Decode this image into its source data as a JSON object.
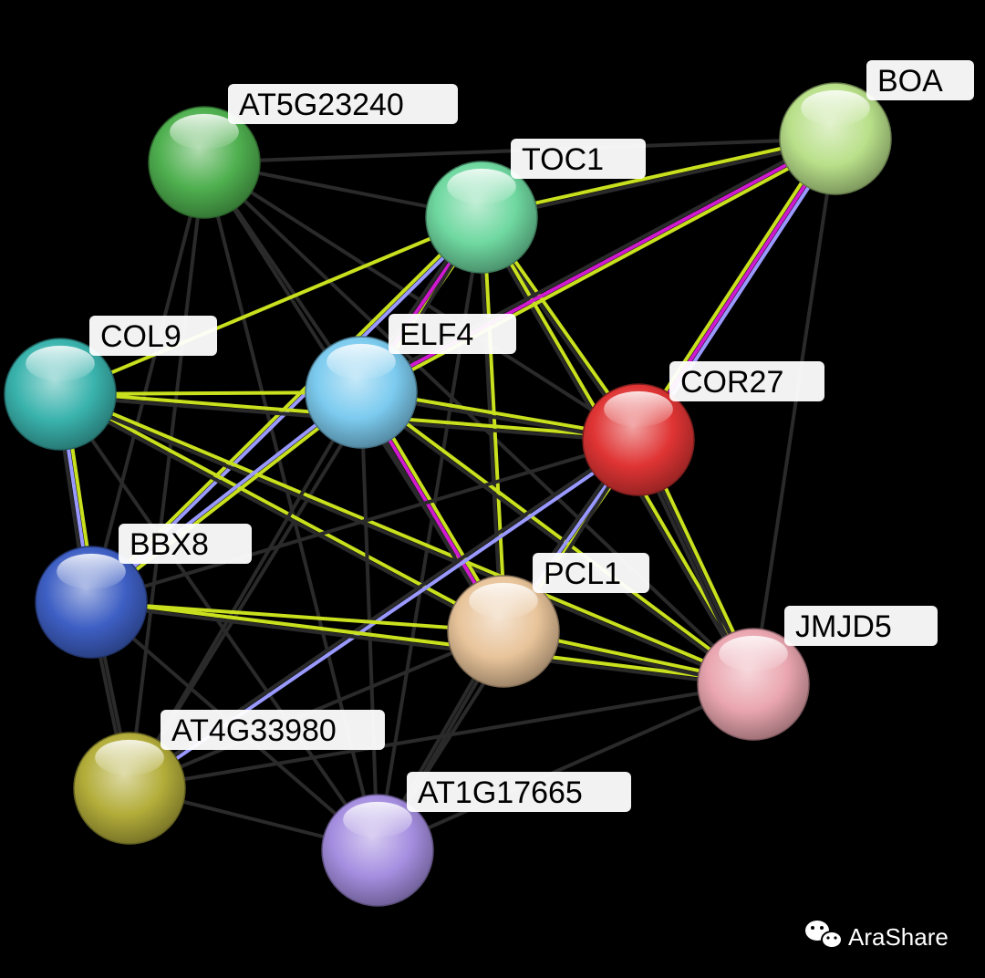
{
  "network": {
    "nodes": [
      {
        "id": "AT5G23240",
        "label": "AT5G23240",
        "color": "#4fb04f"
      },
      {
        "id": "TOC1",
        "label": "TOC1",
        "color": "#6fd8a0"
      },
      {
        "id": "BOA",
        "label": "BOA",
        "color": "#b9e08a"
      },
      {
        "id": "COL9",
        "label": "COL9",
        "color": "#3ab3ad"
      },
      {
        "id": "ELF4",
        "label": "ELF4",
        "color": "#7ccbef"
      },
      {
        "id": "COR27",
        "label": "COR27",
        "color": "#e03434"
      },
      {
        "id": "BBX8",
        "label": "BBX8",
        "color": "#3e5fc4"
      },
      {
        "id": "PCL1",
        "label": "PCL1",
        "color": "#e8c49a"
      },
      {
        "id": "JMJD5",
        "label": "JMJD5",
        "color": "#eaa6b0"
      },
      {
        "id": "AT4G33980",
        "label": "AT4G33980",
        "color": "#b3ad3a"
      },
      {
        "id": "AT1G17665",
        "label": "AT1G17665",
        "color": "#a58ee0"
      }
    ],
    "edges": [
      {
        "source": "AT5G23240",
        "target": "BOA",
        "colors": [
          "#2a2a2a"
        ]
      },
      {
        "source": "AT5G23240",
        "target": "TOC1",
        "colors": [
          "#2a2a2a"
        ]
      },
      {
        "source": "AT5G23240",
        "target": "ELF4",
        "colors": [
          "#2a2a2a"
        ]
      },
      {
        "source": "AT5G23240",
        "target": "COR27",
        "colors": [
          "#2a2a2a"
        ]
      },
      {
        "source": "AT5G23240",
        "target": "PCL1",
        "colors": [
          "#2a2a2a"
        ]
      },
      {
        "source": "AT5G23240",
        "target": "JMJD5",
        "colors": [
          "#2a2a2a"
        ]
      },
      {
        "source": "AT5G23240",
        "target": "BBX8",
        "colors": [
          "#2a2a2a"
        ]
      },
      {
        "source": "AT5G23240",
        "target": "AT4G33980",
        "colors": [
          "#2a2a2a"
        ]
      },
      {
        "source": "AT5G23240",
        "target": "AT1G17665",
        "colors": [
          "#2a2a2a"
        ]
      },
      {
        "source": "TOC1",
        "target": "BOA",
        "colors": [
          "#c8e01e",
          "#2a2a2a"
        ]
      },
      {
        "source": "TOC1",
        "target": "COL9",
        "colors": [
          "#c8e01e"
        ]
      },
      {
        "source": "TOC1",
        "target": "ELF4",
        "colors": [
          "#c8e01e",
          "#d01ad0",
          "#2a2a2a"
        ]
      },
      {
        "source": "TOC1",
        "target": "COR27",
        "colors": [
          "#c8e01e",
          "#2a2a2a"
        ]
      },
      {
        "source": "TOC1",
        "target": "BBX8",
        "colors": [
          "#9999ff",
          "#c8e01e"
        ]
      },
      {
        "source": "TOC1",
        "target": "PCL1",
        "colors": [
          "#c8e01e",
          "#2a2a2a"
        ]
      },
      {
        "source": "TOC1",
        "target": "JMJD5",
        "colors": [
          "#c8e01e",
          "#2a2a2a"
        ]
      },
      {
        "source": "TOC1",
        "target": "AT4G33980",
        "colors": [
          "#2a2a2a"
        ]
      },
      {
        "source": "TOC1",
        "target": "AT1G17665",
        "colors": [
          "#2a2a2a"
        ]
      },
      {
        "source": "BOA",
        "target": "ELF4",
        "colors": [
          "#c8e01e",
          "#d01ad0",
          "#2a2a2a"
        ]
      },
      {
        "source": "BOA",
        "target": "COR27",
        "colors": [
          "#9999ff",
          "#d01ad0",
          "#c8e01e"
        ]
      },
      {
        "source": "BOA",
        "target": "JMJD5",
        "colors": [
          "#2a2a2a"
        ]
      },
      {
        "source": "COL9",
        "target": "ELF4",
        "colors": [
          "#c8e01e"
        ]
      },
      {
        "source": "COL9",
        "target": "COR27",
        "colors": [
          "#c8e01e",
          "#2a2a2a"
        ]
      },
      {
        "source": "COL9",
        "target": "BBX8",
        "colors": [
          "#c8e01e",
          "#9999ff",
          "#2a2a2a"
        ]
      },
      {
        "source": "COL9",
        "target": "PCL1",
        "colors": [
          "#c8e01e",
          "#2a2a2a"
        ]
      },
      {
        "source": "COL9",
        "target": "JMJD5",
        "colors": [
          "#c8e01e",
          "#2a2a2a"
        ]
      },
      {
        "source": "COL9",
        "target": "AT1G17665",
        "colors": [
          "#2a2a2a"
        ]
      },
      {
        "source": "ELF4",
        "target": "COR27",
        "colors": [
          "#c8e01e",
          "#2a2a2a"
        ]
      },
      {
        "source": "ELF4",
        "target": "BBX8",
        "colors": [
          "#c8e01e",
          "#9999ff"
        ]
      },
      {
        "source": "ELF4",
        "target": "PCL1",
        "colors": [
          "#c8e01e",
          "#d01ad0",
          "#2a2a2a"
        ]
      },
      {
        "source": "ELF4",
        "target": "JMJD5",
        "colors": [
          "#c8e01e",
          "#2a2a2a"
        ]
      },
      {
        "source": "ELF4",
        "target": "AT4G33980",
        "colors": [
          "#2a2a2a"
        ]
      },
      {
        "source": "ELF4",
        "target": "AT1G17665",
        "colors": [
          "#2a2a2a"
        ]
      },
      {
        "source": "COR27",
        "target": "BBX8",
        "colors": [
          "#2a2a2a"
        ]
      },
      {
        "source": "COR27",
        "target": "PCL1",
        "colors": [
          "#c8e01e",
          "#9999ff",
          "#2a2a2a"
        ]
      },
      {
        "source": "COR27",
        "target": "JMJD5",
        "colors": [
          "#c8e01e",
          "#2a2a2a",
          "#2a2a2a"
        ]
      },
      {
        "source": "COR27",
        "target": "AT4G33980",
        "colors": [
          "#9999ff",
          "#2a2a2a"
        ]
      },
      {
        "source": "COR27",
        "target": "AT1G17665",
        "colors": [
          "#2a2a2a"
        ]
      },
      {
        "source": "BBX8",
        "target": "PCL1",
        "colors": [
          "#c8e01e"
        ]
      },
      {
        "source": "BBX8",
        "target": "JMJD5",
        "colors": [
          "#c8e01e",
          "#2a2a2a"
        ]
      },
      {
        "source": "BBX8",
        "target": "AT4G33980",
        "colors": [
          "#2a2a2a",
          "#2a2a2a"
        ]
      },
      {
        "source": "BBX8",
        "target": "AT1G17665",
        "colors": [
          "#2a2a2a"
        ]
      },
      {
        "source": "PCL1",
        "target": "JMJD5",
        "colors": [
          "#c8e01e",
          "#2a2a2a"
        ]
      },
      {
        "source": "PCL1",
        "target": "AT4G33980",
        "colors": [
          "#2a2a2a"
        ]
      },
      {
        "source": "PCL1",
        "target": "AT1G17665",
        "colors": [
          "#2a2a2a",
          "#2a2a2a"
        ]
      },
      {
        "source": "JMJD5",
        "target": "AT4G33980",
        "colors": [
          "#2a2a2a"
        ]
      },
      {
        "source": "JMJD5",
        "target": "AT1G17665",
        "colors": [
          "#2a2a2a"
        ]
      },
      {
        "source": "AT4G33980",
        "target": "AT1G17665",
        "colors": [
          "#2a2a2a"
        ]
      }
    ]
  },
  "watermark": {
    "text": "AraShare",
    "icon": "wechat-icon"
  }
}
